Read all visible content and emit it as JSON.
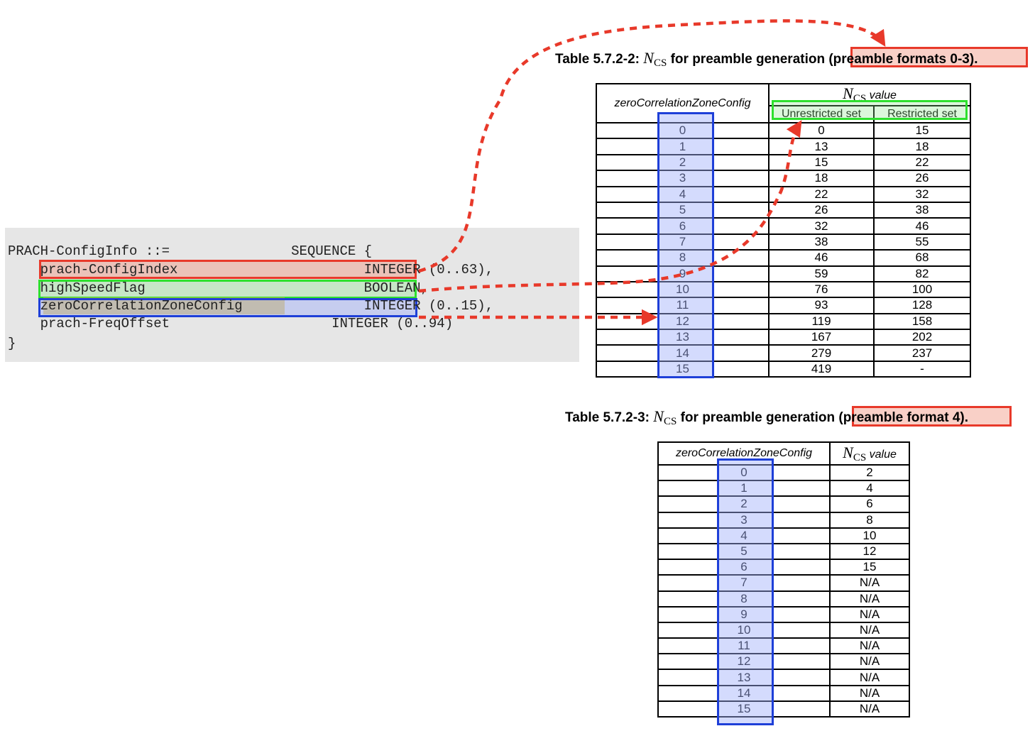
{
  "code": {
    "lines": [
      "PRACH-ConfigInfo ::=               SEQUENCE {",
      "    prach-ConfigIndex                       INTEGER (0..63),",
      "    highSpeedFlag                           BOOLEAN,",
      "    zeroCorrelationZoneConfig               INTEGER (0..15),",
      "    prach-FreqOffset                    INTEGER (0..94)",
      "}"
    ]
  },
  "table1": {
    "caption_prefix": "Table 5.7.2-2: ",
    "caption_n": "N",
    "caption_sub": "CS",
    "caption_mid": " for preamble generation ",
    "caption_highlight": "(preamble formats 0-3).",
    "col1_header": "zeroCorrelationZoneConfig",
    "group_header_n": "N",
    "group_header_sub": "CS",
    "group_header_suffix": " value",
    "col2_header": "Unrestricted set",
    "col3_header": "Restricted set",
    "rows": [
      [
        "0",
        "0",
        "15"
      ],
      [
        "1",
        "13",
        "18"
      ],
      [
        "2",
        "15",
        "22"
      ],
      [
        "3",
        "18",
        "26"
      ],
      [
        "4",
        "22",
        "32"
      ],
      [
        "5",
        "26",
        "38"
      ],
      [
        "6",
        "32",
        "46"
      ],
      [
        "7",
        "38",
        "55"
      ],
      [
        "8",
        "46",
        "68"
      ],
      [
        "9",
        "59",
        "82"
      ],
      [
        "10",
        "76",
        "100"
      ],
      [
        "11",
        "93",
        "128"
      ],
      [
        "12",
        "119",
        "158"
      ],
      [
        "13",
        "167",
        "202"
      ],
      [
        "14",
        "279",
        "237"
      ],
      [
        "15",
        "419",
        "-"
      ]
    ]
  },
  "table2": {
    "caption_prefix": "Table 5.7.2-3: ",
    "caption_n": "N",
    "caption_sub": "CS",
    "caption_mid": " for preamble generatio",
    "caption_highlight": "n (preamble format 4).",
    "col1_header": "zeroCorrelationZoneConfig",
    "col2_header_n": "N",
    "col2_header_sub": "CS",
    "col2_header_suffix": " value",
    "rows": [
      [
        "0",
        "2"
      ],
      [
        "1",
        "4"
      ],
      [
        "2",
        "6"
      ],
      [
        "3",
        "8"
      ],
      [
        "4",
        "10"
      ],
      [
        "5",
        "12"
      ],
      [
        "6",
        "15"
      ],
      [
        "7",
        "N/A"
      ],
      [
        "8",
        "N/A"
      ],
      [
        "9",
        "N/A"
      ],
      [
        "10",
        "N/A"
      ],
      [
        "11",
        "N/A"
      ],
      [
        "12",
        "N/A"
      ],
      [
        "13",
        "N/A"
      ],
      [
        "14",
        "N/A"
      ],
      [
        "15",
        "N/A"
      ]
    ]
  },
  "colors": {
    "red": "#e8392a",
    "green": "#2ee02e",
    "blue": "#1e3fd8",
    "code_bg": "#e6e6e6"
  }
}
